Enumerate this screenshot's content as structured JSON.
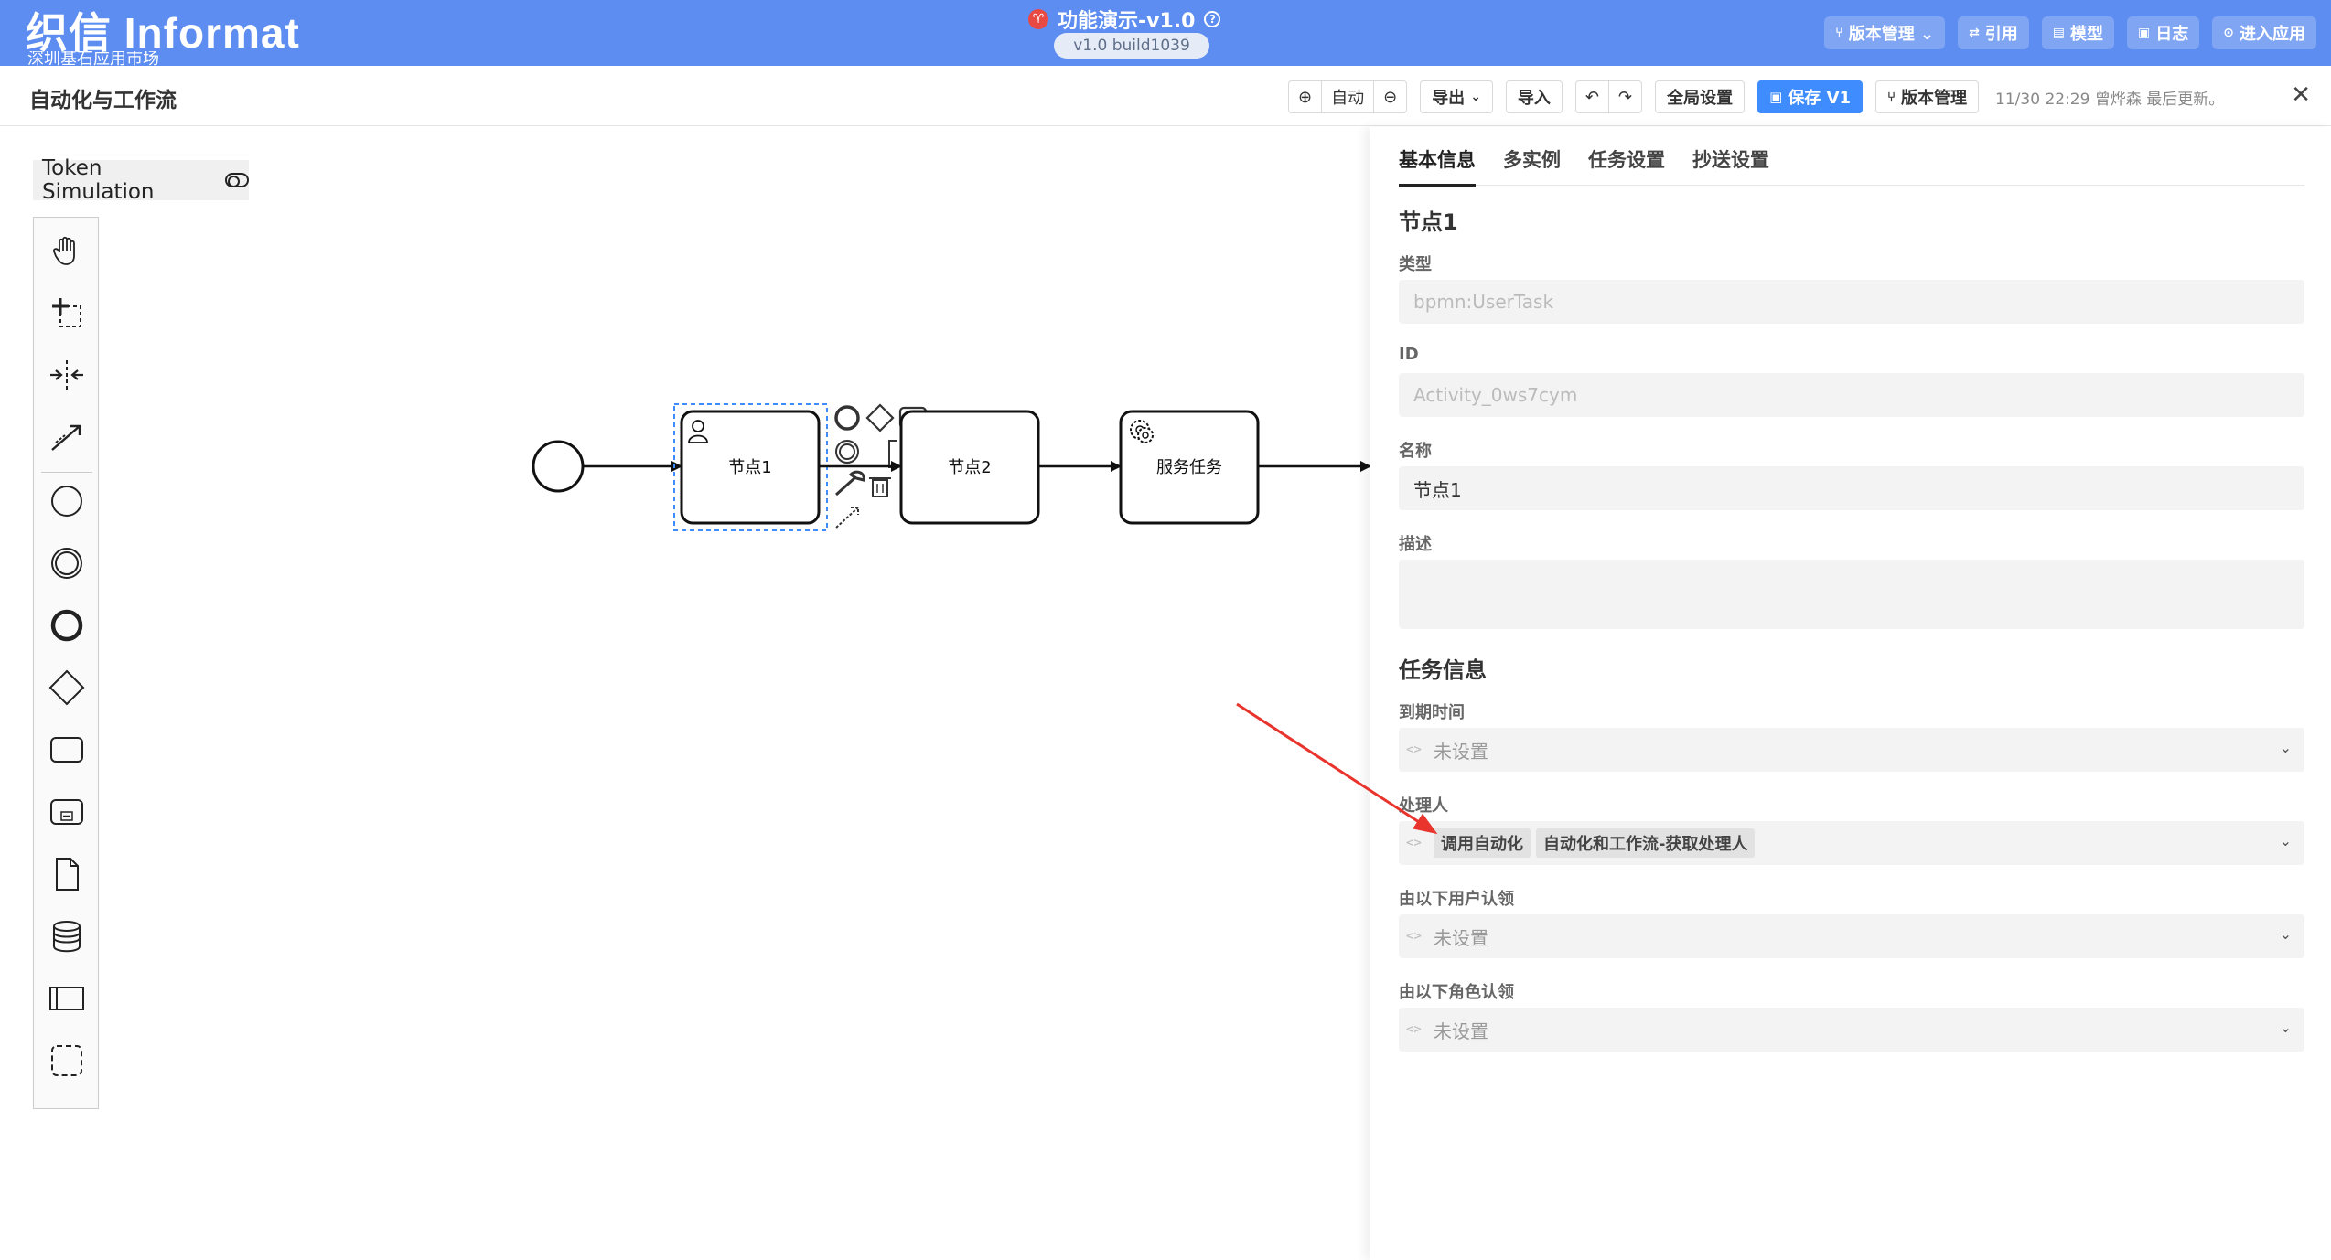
{
  "topbar": {
    "logo": "织信 Informat",
    "logo_sub": "深圳基石应用市场",
    "app_title": "功能演示-v1.0",
    "build": "v1.0 build1039",
    "actions": [
      {
        "icon": "branch-icon",
        "label": "版本管理 ⌄"
      },
      {
        "icon": "reference-icon",
        "label": "引用"
      },
      {
        "icon": "model-icon",
        "label": "模型"
      },
      {
        "icon": "log-icon",
        "label": "日志"
      },
      {
        "icon": "enter-icon",
        "label": "进入应用"
      }
    ]
  },
  "header": {
    "title": "自动化与工作流",
    "zoom_auto": "自动",
    "export": "导出",
    "import": "导入",
    "global_settings": "全局设置",
    "save": "保存 V1",
    "version_mgmt": "版本管理",
    "saved_info": "11/30 22:29 曾烨森 最后更新。"
  },
  "canvas": {
    "token_simulation": "Token Simulation",
    "nodes": {
      "node1": "节点1",
      "node2": "节点2",
      "service_task": "服务任务"
    },
    "palette_tools": [
      "hand-tool-icon",
      "lasso-tool-icon",
      "space-tool-icon",
      "connect-tool-icon",
      "start-event-icon",
      "intermediate-event-icon",
      "end-event-icon",
      "gateway-icon",
      "task-icon",
      "subprocess-icon",
      "data-object-icon",
      "data-store-icon",
      "pool-icon",
      "group-icon"
    ]
  },
  "panel": {
    "tabs": [
      "基本信息",
      "多实例",
      "任务设置",
      "抄送设置"
    ],
    "active_tab": "基本信息",
    "node_title": "节点1",
    "type_label": "类型",
    "type_value": "bpmn:UserTask",
    "id_label": "ID",
    "id_value": "Activity_0ws7cym",
    "name_label": "名称",
    "name_value": "节点1",
    "desc_label": "描述",
    "desc_value": "",
    "task_section": "任务信息",
    "due_label": "到期时间",
    "due_value": "未设置",
    "assignee_label": "处理人",
    "assignee_tags": [
      "调用自动化",
      "自动化和工作流-获取处理人"
    ],
    "claim_users_label": "由以下用户认领",
    "claim_users_value": "未设置",
    "claim_roles_label": "由以下角色认领",
    "claim_roles_value": "未设置"
  },
  "colors": {
    "topbar": "#5d8df0",
    "primary": "#3f8cff",
    "annotation_arrow": "#e8342c",
    "selection": "#3f8cff"
  }
}
